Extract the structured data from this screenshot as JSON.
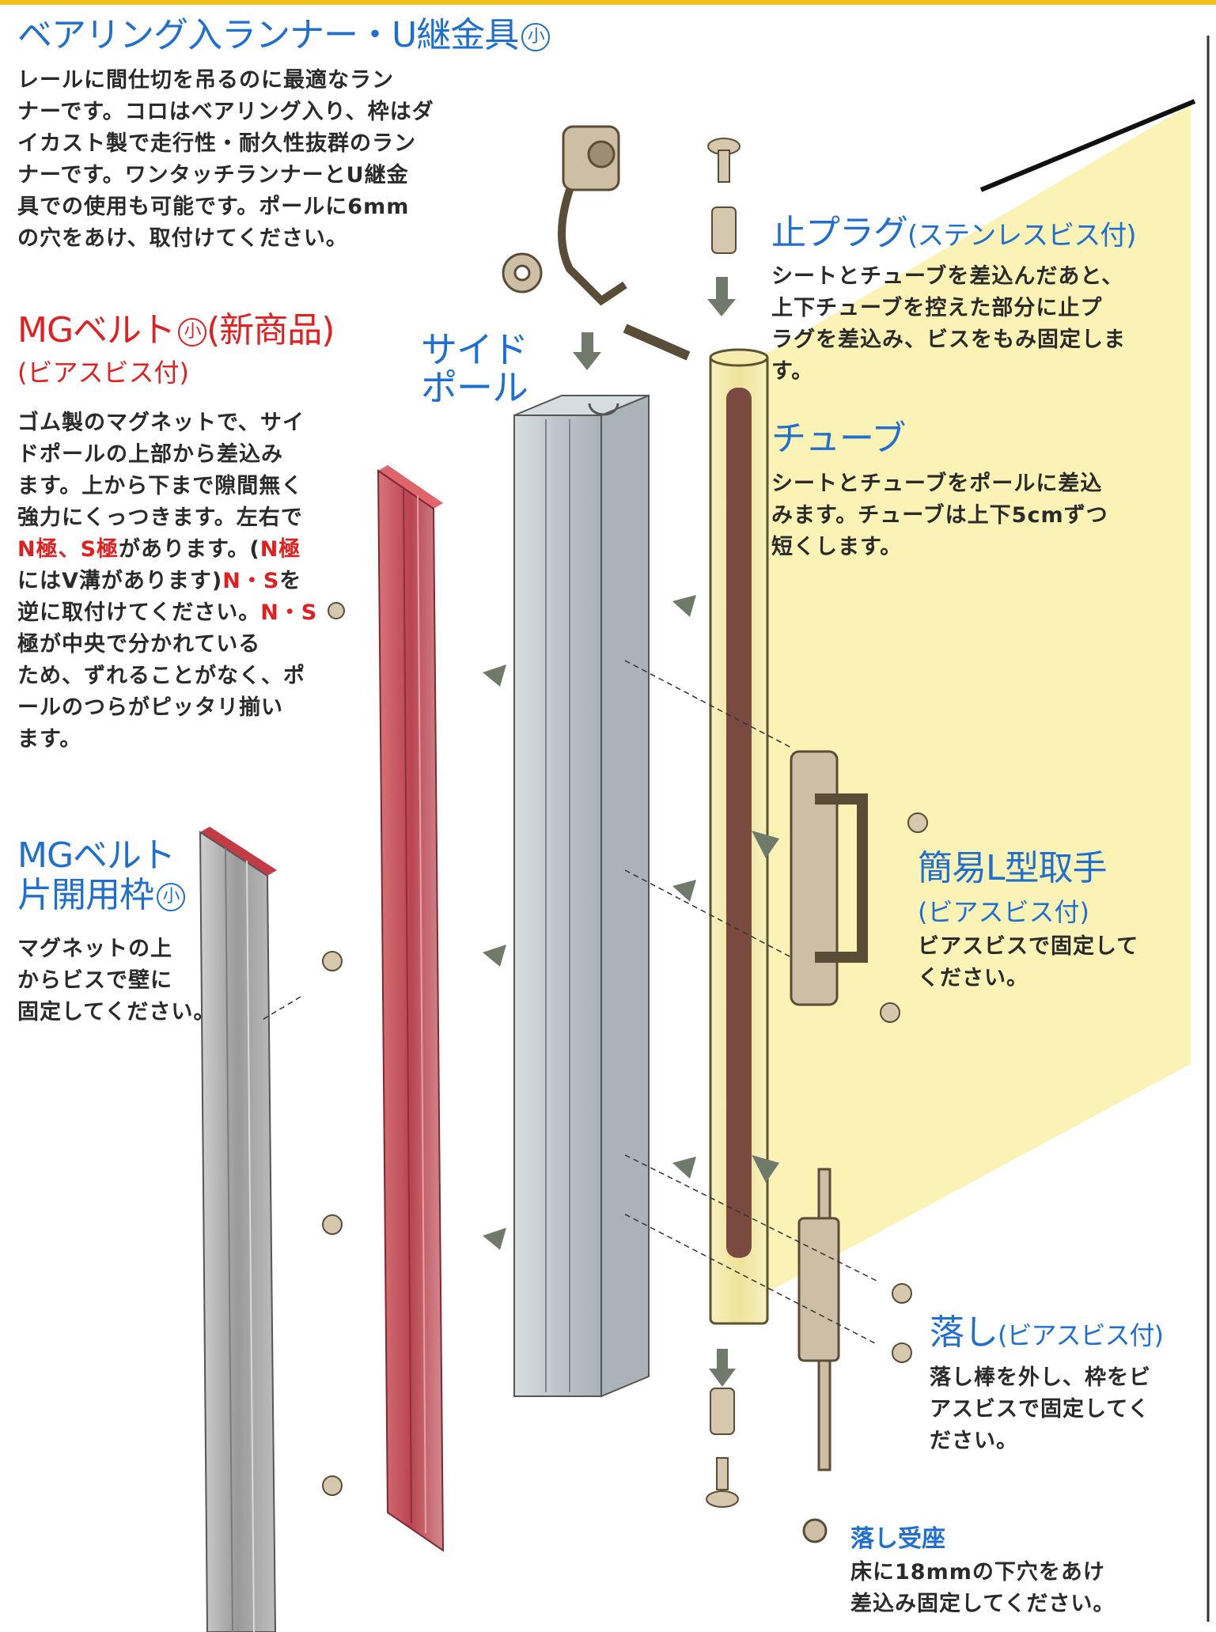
{
  "runner": {
    "title": "ベアリング入ランナー・U継金具",
    "badge": "小",
    "desc": [
      "レールに間仕切を吊るのに最適なラン",
      "ナーです。コロはベアリング入り、枠はダ",
      "イカスト製で走行性・耐久性抜群のラン",
      "ナーです。ワンタッチランナーとU継金",
      "具での使用も可能です。ポールに6mm",
      "の穴をあけ、取付けてください。"
    ]
  },
  "mg_belt": {
    "title": "MGベルト",
    "badge": "小",
    "suffix": "(新商品)",
    "subtitle": "(ビアスビス付)",
    "desc": [
      "ゴム製のマグネットで、サイ",
      "ドポールの上部から差込み",
      "ます。上から下まで隙間無く",
      "強力にくっつきます。左右で"
    ],
    "ns_line": {
      "a": "N極、S極",
      "b": "があります。(",
      "c": "N極"
    },
    "ns_line2": {
      "a": "にはV溝があります)",
      "b": "N・S",
      "c": "を"
    },
    "ns_line3": {
      "a": "逆に取付けてください。",
      "b": "N・S"
    },
    "desc2": [
      "極が中央で分かれている",
      "ため、ずれることがなく、ポ",
      "ールのつらがピッタリ揃い",
      "ます。"
    ]
  },
  "frame": {
    "title1": "MGベルト",
    "title2": "片開用枠",
    "badge": "小",
    "desc": [
      "マグネットの上",
      "からビスで壁に",
      "固定してください。"
    ]
  },
  "side_pole": {
    "line1": "サイド",
    "line2": "ポール"
  },
  "stop_plug": {
    "title": "止プラグ",
    "suffix": "(ステンレスビス付)",
    "desc": [
      "シートとチューブを差込んだあと、",
      "上下チューブを控えた部分に止プ",
      "ラグを差込み、ビスをもみ固定しま",
      "す。"
    ]
  },
  "tube": {
    "title": "チューブ",
    "desc": [
      "シートとチューブをポールに差込",
      "みます。チューブは上下5cmずつ",
      "短くします。"
    ]
  },
  "handle": {
    "title": "簡易L型取手",
    "subtitle": "(ビアスビス付)",
    "desc": [
      "ビアスビスで固定して",
      "ください。"
    ]
  },
  "drop": {
    "title": "落し",
    "suffix": "(ビアスビス付)",
    "desc": [
      "落し棒を外し、枠をビ",
      "アスビスで固定してく",
      "ださい。"
    ]
  },
  "drop_seat": {
    "title": "落し受座",
    "desc": [
      "床に18mmの下穴をあけ",
      "差込み固定してください。"
    ]
  },
  "colors": {
    "accent_blue": "#1f6fd0",
    "accent_red": "#e02020",
    "sheet": "#fbf2b6",
    "pole": "#c4ccd0",
    "mg_belt": "#c8545e",
    "frame": "#a8a8a8",
    "tube": "#7a4a40",
    "hardware": "#cdbfa6"
  }
}
